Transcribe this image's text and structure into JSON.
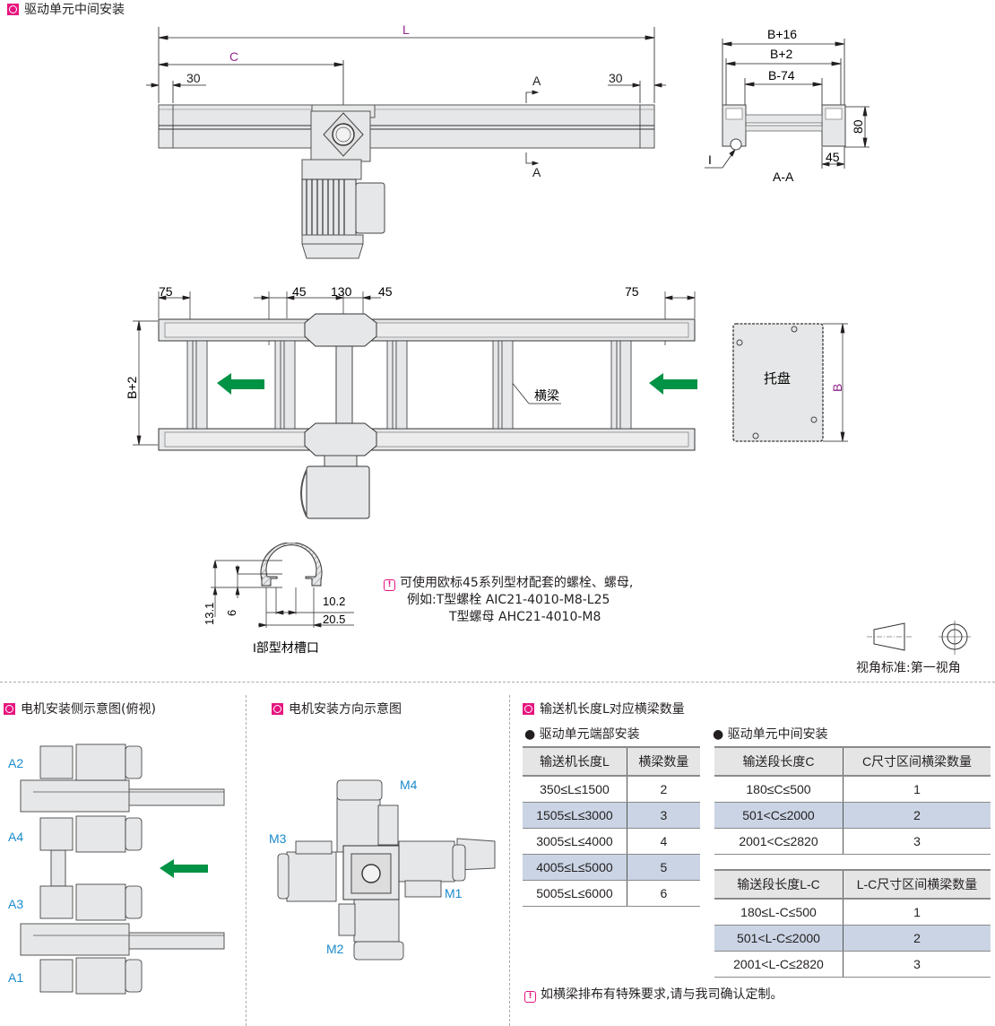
{
  "top_section": {
    "title": "驱动单元中间安装",
    "side_view": {
      "dim_L": "L",
      "dim_C": "C",
      "dim_left_30": "30",
      "dim_right_30": "30",
      "section_mark_top": "A",
      "section_mark_bottom": "A"
    },
    "section_view": {
      "dim_b16": "B+16",
      "dim_b2": "B+2",
      "dim_b74": "B-74",
      "dim_80": "80",
      "dim_45": "45",
      "detail_mark": "I",
      "label": "A-A"
    },
    "top_view": {
      "dim_left_75": "75",
      "dim_45_a": "45",
      "dim_130": "130",
      "dim_45_b": "45",
      "dim_right_75": "75",
      "dim_b2": "B+2",
      "crossbeam_label": "横梁"
    },
    "pallet": {
      "label": "托盘",
      "dim_b": "B"
    },
    "slot_detail": {
      "dim_13_1": "13.1",
      "dim_6": "6",
      "dim_10_2": "10.2",
      "dim_20_5": "20.5",
      "caption": "I部型材槽口"
    },
    "note": {
      "icon": "exclamation-icon",
      "line1": "可使用欧标45系列型材配套的螺栓、螺母,",
      "line2": "例如:T型螺栓 AIC21-4010-M8-L25",
      "line3": "T型螺母 AHC21-4010-M8"
    },
    "projection": {
      "label": "视角标准:第一视角"
    }
  },
  "motor_side": {
    "title": "电机安装侧示意图(俯视)",
    "positions": [
      "A2",
      "A4",
      "A3",
      "A1"
    ]
  },
  "motor_direction": {
    "title": "电机安装方向示意图",
    "positions": [
      "M4",
      "M3",
      "M1",
      "M2"
    ]
  },
  "beam_count": {
    "title": "输送机长度L对应横梁数量",
    "end_mount": {
      "title": "驱动单元端部安装",
      "headers": [
        "输送机长度L",
        "横梁数量"
      ],
      "rows": [
        {
          "range": "350≤L≤1500",
          "count": "2",
          "highlight": false
        },
        {
          "range": "1505≤L≤3000",
          "count": "3",
          "highlight": true
        },
        {
          "range": "3005≤L≤4000",
          "count": "4",
          "highlight": false
        },
        {
          "range": "4005≤L≤5000",
          "count": "5",
          "highlight": true
        },
        {
          "range": "5005≤L≤6000",
          "count": "6",
          "highlight": false
        }
      ]
    },
    "center_mount": {
      "title": "驱动单元中间安装",
      "table_c": {
        "headers": [
          "输送段长度C",
          "C尺寸区间横梁数量"
        ],
        "rows": [
          {
            "range": "180≤C≤500",
            "count": "1",
            "highlight": false
          },
          {
            "range": "501<C≤2000",
            "count": "2",
            "highlight": true
          },
          {
            "range": "2001<C≤2820",
            "count": "3",
            "highlight": false
          }
        ]
      },
      "table_lc": {
        "headers": [
          "输送段长度L-C",
          "L-C尺寸区间横梁数量"
        ],
        "rows": [
          {
            "range": "180≤L-C≤500",
            "count": "1",
            "highlight": false
          },
          {
            "range": "501<L-C≤2000",
            "count": "2",
            "highlight": true
          },
          {
            "range": "2001<L-C≤2820",
            "count": "3",
            "highlight": false
          }
        ]
      }
    },
    "note": "如横梁排布有特殊要求,请与我司确认定制。"
  },
  "colors": {
    "accent": "#e6157f",
    "arrow_green": "#009245",
    "dim_purple": "#92278f",
    "label_blue": "#1a8acb",
    "highlight_row": "#cad4e4",
    "metal": "#e6e7e8"
  }
}
